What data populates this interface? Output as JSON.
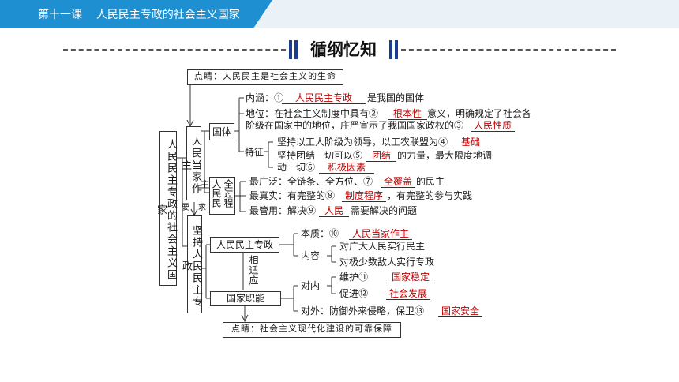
{
  "header": {
    "lesson": "第十一课",
    "title": "人民民主专政的社会主义国家"
  },
  "banner": {
    "title": "循纲忆知"
  },
  "root": "人民民主专政的社会主义国家",
  "tip_top": "点睛：人民民主是社会主义的生命",
  "tip_bottom": "点睛：社会主义现代化建设的可靠保障",
  "branch1": {
    "label": "人民当家作主",
    "guoti": {
      "label": "国体",
      "neihan_pre": "内涵：①",
      "neihan_ans": "人民民主专政",
      "neihan_post": "是我国的国体",
      "diwei_pre": "地位：在社会主义制度中具有②",
      "diwei_ans": "根本性",
      "diwei_post": "意义，明确规定了社会各",
      "diwei_line2_pre": "阶级在国家中的地位，庄严宣示了我国国家政权的③",
      "diwei_line2_ans": "人民性质",
      "tezheng_label": "特征",
      "tz1_pre": "坚持以工人阶级为领导，以工农联盟为④",
      "tz1_ans": "基础",
      "tz2_pre": "坚持团结一切可以⑤",
      "tz2_ans": "团结",
      "tz2_post": "的力量，最大限度地调",
      "tz3_pre": "动一切⑥",
      "tz3_ans": "积极因素"
    },
    "quanguocheng": {
      "label": "全过程人民民主",
      "l1_pre": "最广泛：全链条、全方位、⑦",
      "l1_ans": "全覆盖",
      "l1_post": "的民主",
      "l2_pre": "最真实：有完整的⑧",
      "l2_ans": "制度程序",
      "l2_post": "，有完整的参与实践",
      "l3_pre": "最管用：解决⑨",
      "l3_ans": "人民",
      "l3_post": "需要解决的问题"
    }
  },
  "requirement": {
    "a": "要",
    "b": "求"
  },
  "branch2": {
    "label": "坚持人民民主专政",
    "zhuanzheng": {
      "label": "人民民主专政",
      "benzhi_pre": "本质：⑩",
      "benzhi_ans": "人民当家作主",
      "neirong_label": "内容",
      "nr1": "对广大人民实行民主",
      "nr2": "对极少数敌人实行专政"
    },
    "adapt": "相适应",
    "zhineng": {
      "label": "国家职能",
      "duinei_label": "对内",
      "dn1_pre": "维护⑪",
      "dn1_ans": "国家稳定",
      "dn2_pre": "促进⑫",
      "dn2_ans": "社会发展",
      "duiwai_pre": "对外：防御外来侵略，保卫⑬",
      "duiwai_ans": "国家安全"
    }
  }
}
